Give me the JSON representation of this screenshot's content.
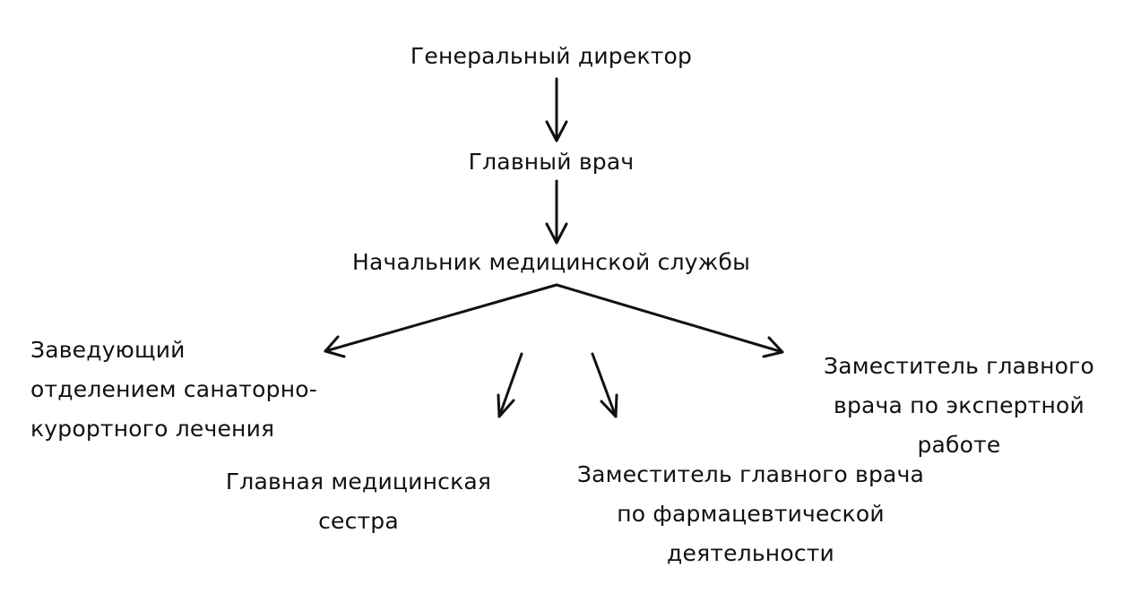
{
  "diagram": {
    "director": {
      "lines": [
        "Генеральный директор"
      ]
    },
    "chief_physician": {
      "lines": [
        "Главный врач"
      ]
    },
    "medical_service_head": {
      "lines": [
        "Начальник медицинской службы"
      ]
    },
    "sanatorium_department_head": {
      "lines": [
        "Заведующий",
        "отделением санаторно-",
        "курортного лечения"
      ]
    },
    "head_nurse": {
      "lines": [
        "Главная медицинская",
        "сестра"
      ]
    },
    "pharma_deputy": {
      "lines": [
        "Заместитель главного врача",
        "по фармацевтической",
        "деятельности"
      ]
    },
    "expert_deputy": {
      "lines": [
        "Заместитель главного",
        "врача по экспертной",
        "работе"
      ]
    }
  }
}
